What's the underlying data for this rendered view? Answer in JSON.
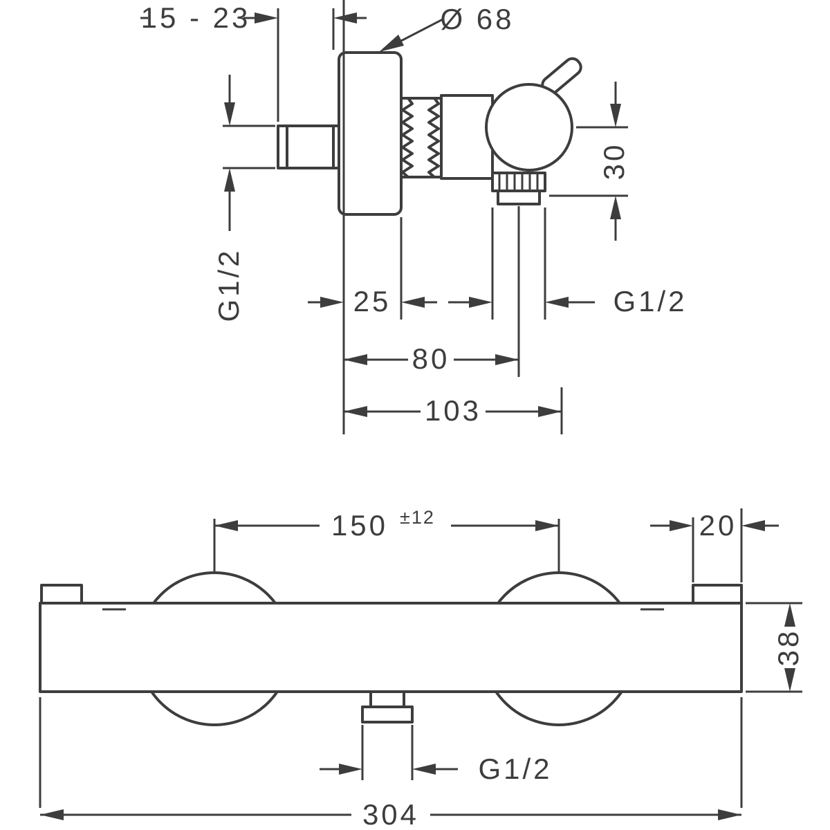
{
  "meta": {
    "line_color": "#3d3d3d",
    "background_color": "#ffffff",
    "drawing_type": "thermostatic shower mixer dimensional drawing"
  },
  "side_view": {
    "wall_distance": "15 - 23",
    "escutcheon_diameter": "Ø 68",
    "outlet_drop": "30",
    "inlet_thread": "G1/2",
    "escutcheon_depth": "25",
    "outlet_center_distance": "80",
    "overall_depth": "103",
    "outlet_thread": "G1/2"
  },
  "front_view": {
    "connection_centers": "150",
    "connection_tolerance": "±12",
    "end_cap_width": "20",
    "body_height": "38",
    "outlet_thread": "G1/2",
    "overall_width": "304"
  }
}
